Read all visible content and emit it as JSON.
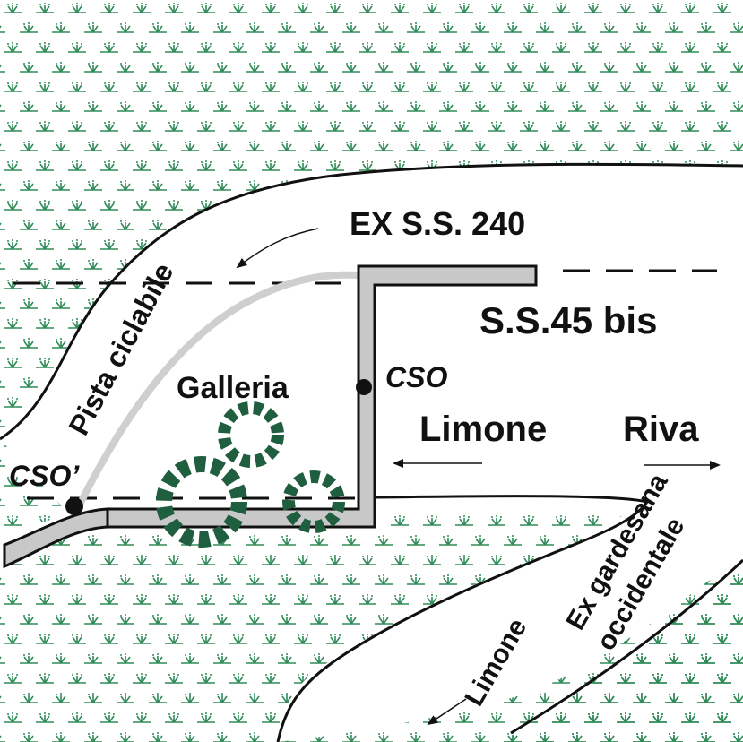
{
  "labels": {
    "ex_ss240": "EX S.S. 240",
    "ss45bis": "S.S.45 bis",
    "pista_ciclabile": "Pista ciclabile",
    "galleria": "Galleria",
    "cso": "CSO",
    "cso_prime": "CSO’",
    "limone_upper": "Limone",
    "riva": "Riva",
    "ex_gardesana_line1": "Ex gardesana",
    "ex_gardesana_line2": "occidentale",
    "limone_lower": "Limone"
  },
  "colors": {
    "vegetation": "#2e8b57",
    "road_fill": "#c8c8c8",
    "bike_path": "#cfcfcf",
    "outline": "#111111",
    "foliage_dark": "#1f5f3f",
    "foliage_light": "#2fa060"
  },
  "icons": {
    "vegetation_pattern": "grass-tuft-icon",
    "foliage": "tree-canopy-icon",
    "arrow": "direction-arrow-icon",
    "point": "survey-point-icon"
  }
}
